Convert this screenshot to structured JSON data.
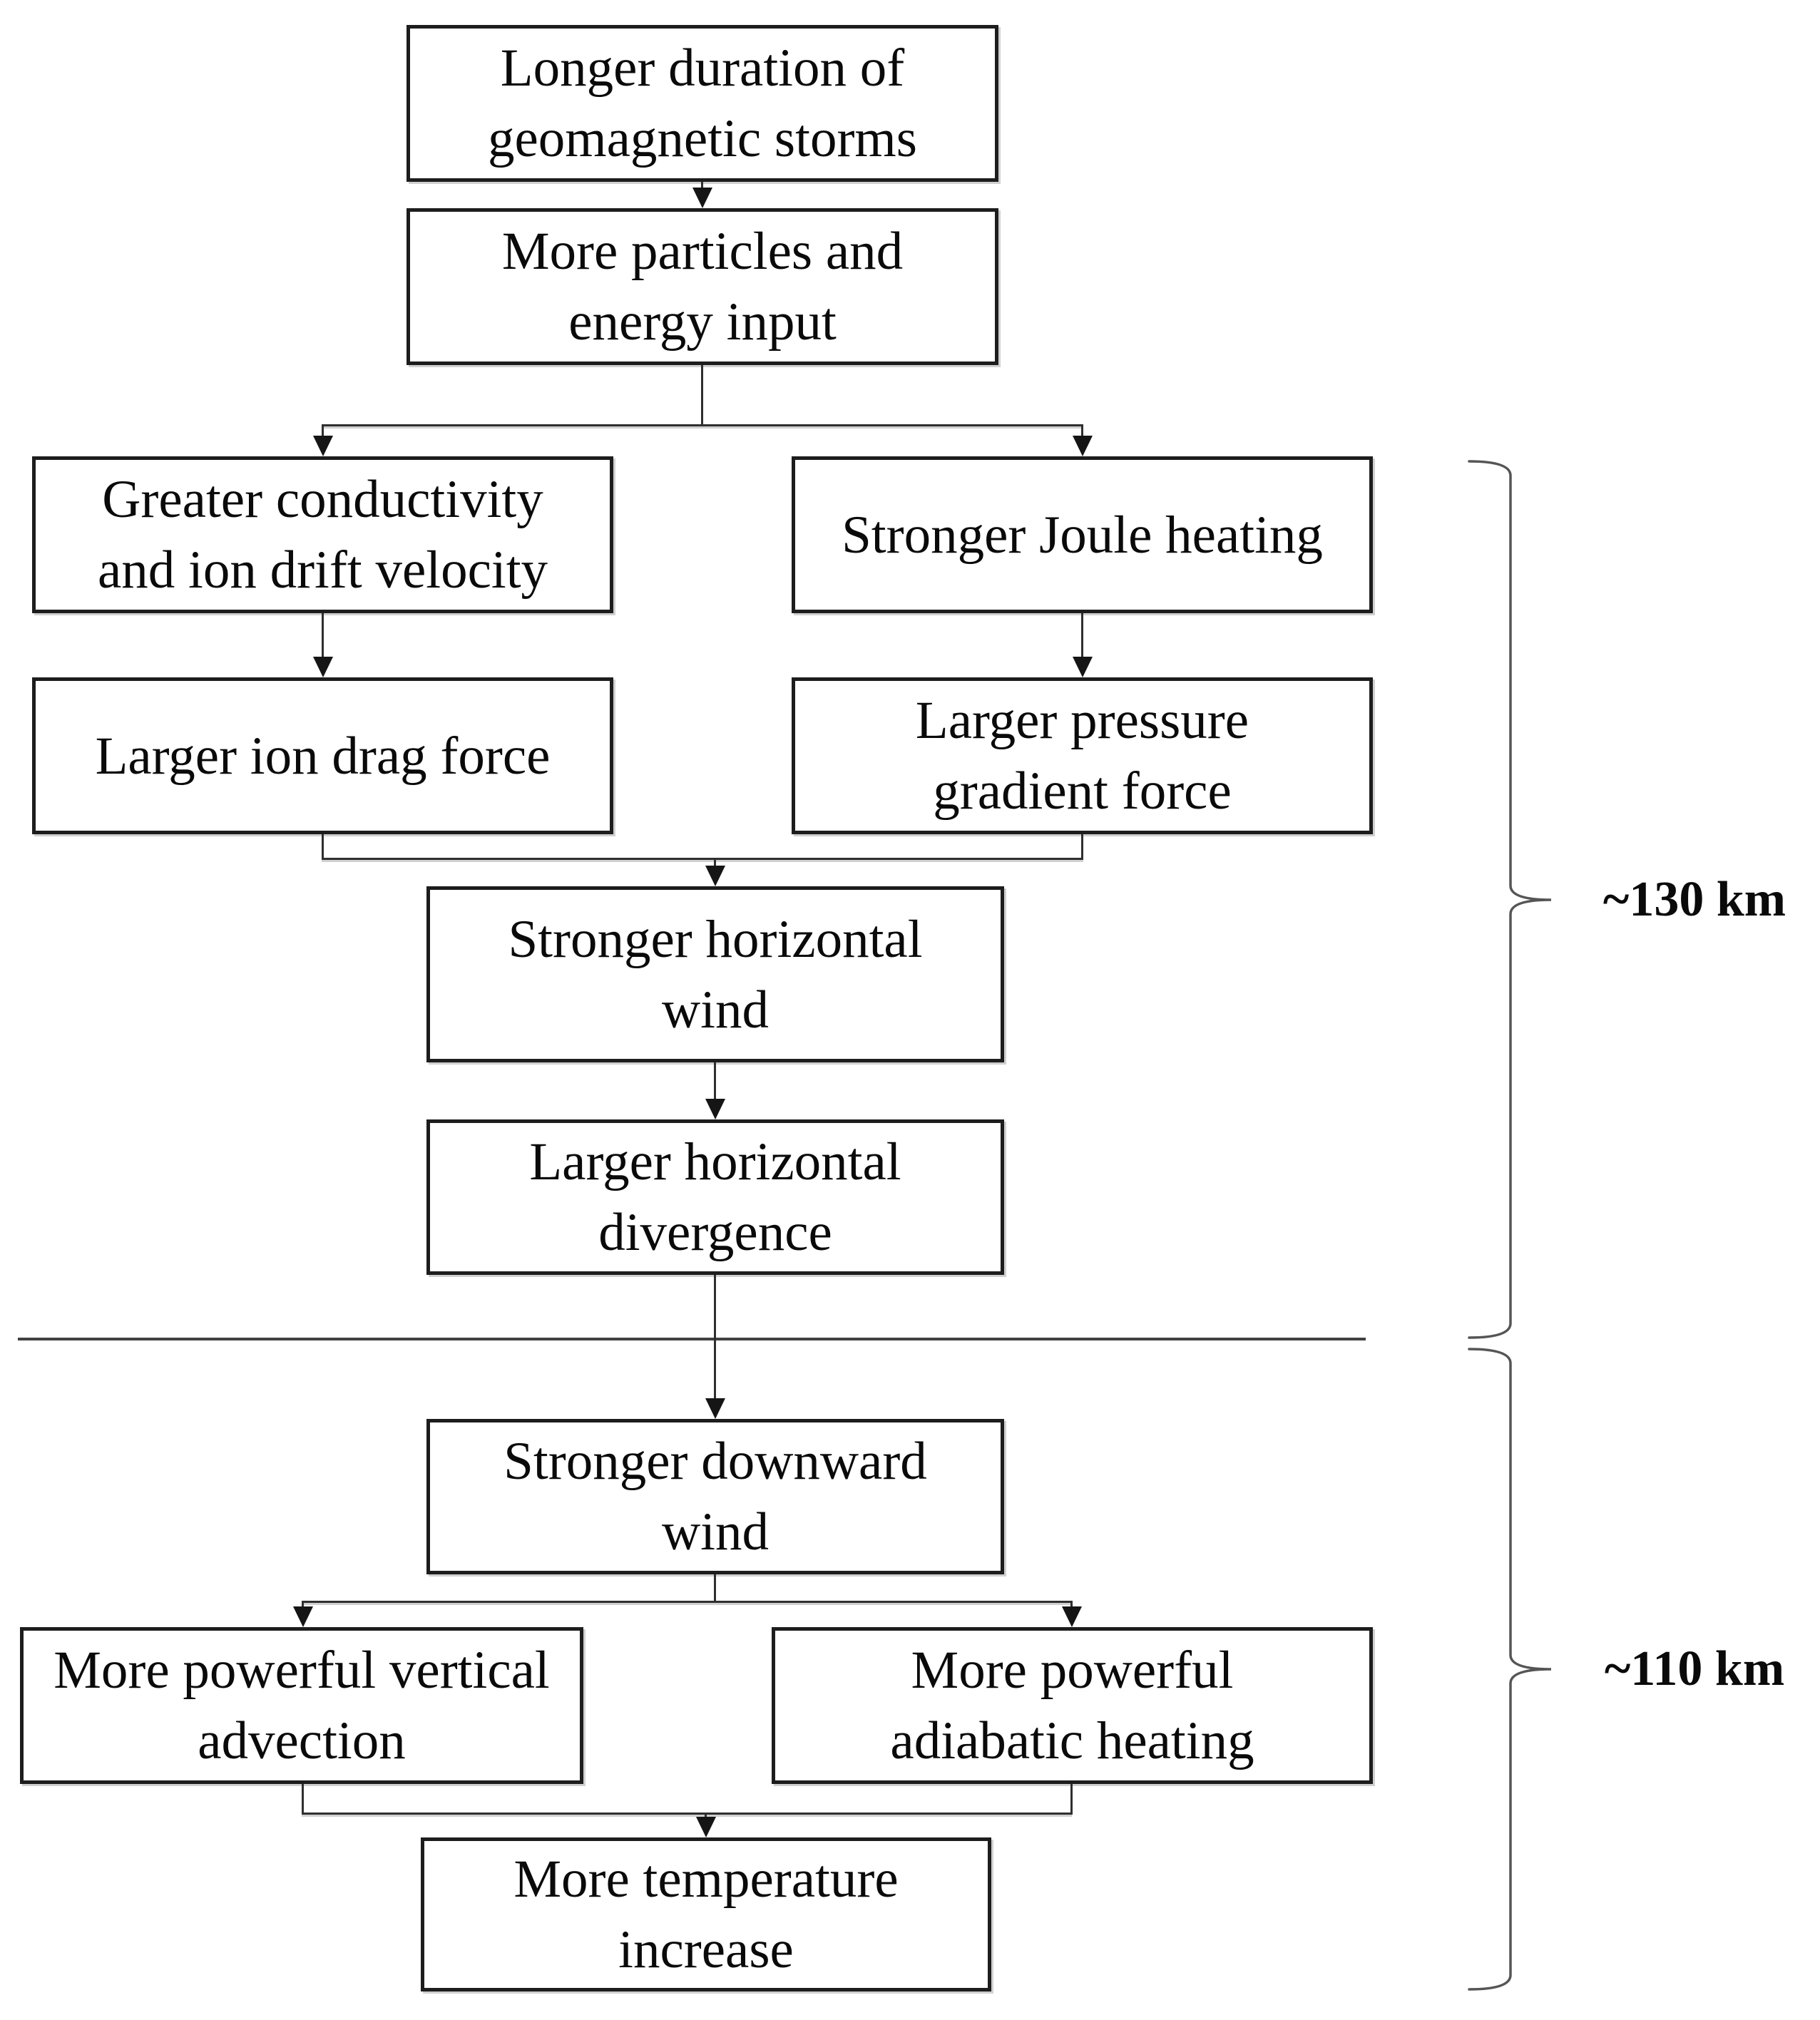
{
  "diagram": {
    "type": "flowchart",
    "colors": {
      "background": "#ffffff",
      "line": "#2f2f2f",
      "text": "#0a0a0a"
    },
    "nodes": [
      {
        "id": "storms",
        "line1": "Longer duration of",
        "line2": "geomagnetic storms"
      },
      {
        "id": "particles",
        "line1": "More particles and",
        "line2": "energy input"
      },
      {
        "id": "conductivity",
        "line1": "Greater conductivity",
        "line2": "and ion drift velocity"
      },
      {
        "id": "joule",
        "line1": "Stronger Joule heating",
        "line2": ""
      },
      {
        "id": "iondrag",
        "line1": "Larger ion drag force",
        "line2": ""
      },
      {
        "id": "pressure",
        "line1": "Larger pressure",
        "line2": "gradient force"
      },
      {
        "id": "horizwind",
        "line1": "Stronger horizontal",
        "line2": "wind"
      },
      {
        "id": "divergence",
        "line1": "Larger horizontal",
        "line2": "divergence"
      },
      {
        "id": "downwind",
        "line1": "Stronger downward",
        "line2": "wind"
      },
      {
        "id": "advection",
        "line1": "More powerful vertical",
        "line2": "advection"
      },
      {
        "id": "adiabatic",
        "line1": "More powerful",
        "line2": "adiabatic heating"
      },
      {
        "id": "temperature",
        "line1": "More temperature",
        "line2": "increase"
      }
    ],
    "edges": [
      {
        "from": "storms",
        "to": "particles"
      },
      {
        "from": "particles",
        "to": "conductivity"
      },
      {
        "from": "particles",
        "to": "joule"
      },
      {
        "from": "conductivity",
        "to": "iondrag"
      },
      {
        "from": "joule",
        "to": "pressure"
      },
      {
        "from": "iondrag",
        "to": "horizwind"
      },
      {
        "from": "pressure",
        "to": "horizwind"
      },
      {
        "from": "horizwind",
        "to": "divergence"
      },
      {
        "from": "divergence",
        "to": "downwind"
      },
      {
        "from": "downwind",
        "to": "advection"
      },
      {
        "from": "downwind",
        "to": "adiabatic"
      },
      {
        "from": "advection",
        "to": "temperature"
      },
      {
        "from": "adiabatic",
        "to": "temperature"
      }
    ],
    "altitude_labels": {
      "upper": "~130 km",
      "lower": "~110 km"
    }
  }
}
